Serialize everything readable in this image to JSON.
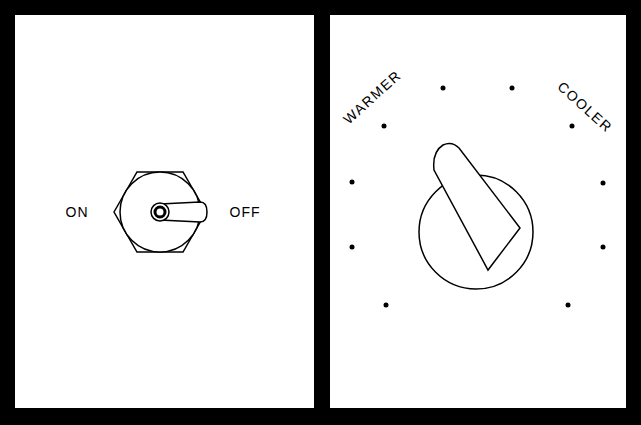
{
  "diagram": {
    "nodes": [
      {
        "text": [
          "ON",
          "OFF"
        ]
      },
      {
        "text": [
          "WARMER",
          "COOLER"
        ]
      }
    ]
  }
}
